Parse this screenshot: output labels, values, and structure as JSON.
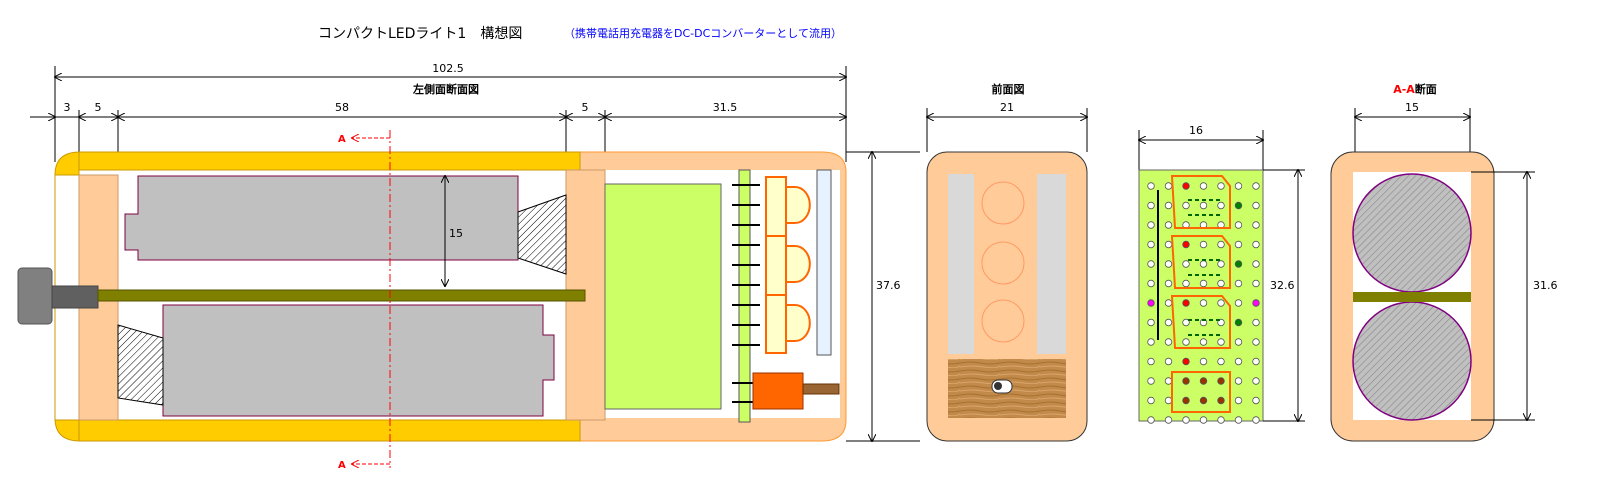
{
  "title": "コンパクトLEDライト1　構想図",
  "subtitle": "（携帯電話用充電器をDC-DCコンバーターとして流用）",
  "views": {
    "side": "左側面断面図",
    "front": "前面図",
    "section_a": "A-A",
    "section_suffix": "断面"
  },
  "section_marker": "A",
  "dims": {
    "total_length": "102.5",
    "wall_left": "3",
    "spacer_left": "5",
    "battery_bay": "58",
    "spacer_right": "5",
    "head": "31.5",
    "battery_dia": "15",
    "height": "37.6",
    "front_width": "21",
    "pcb_width": "16",
    "pcb_height": "32.6",
    "section_width": "15",
    "section_height": "31.6"
  },
  "colors": {
    "shell": "#FFCC00",
    "wood_light": "#FFCC99",
    "battery": "#C0C0C0",
    "pcb": "#CCFF66",
    "led_housing": "#FF6600",
    "olive_bar": "#808000",
    "dimension_line": "#000000",
    "section_line": "#FF0000",
    "subtitle": "#0000FF"
  }
}
